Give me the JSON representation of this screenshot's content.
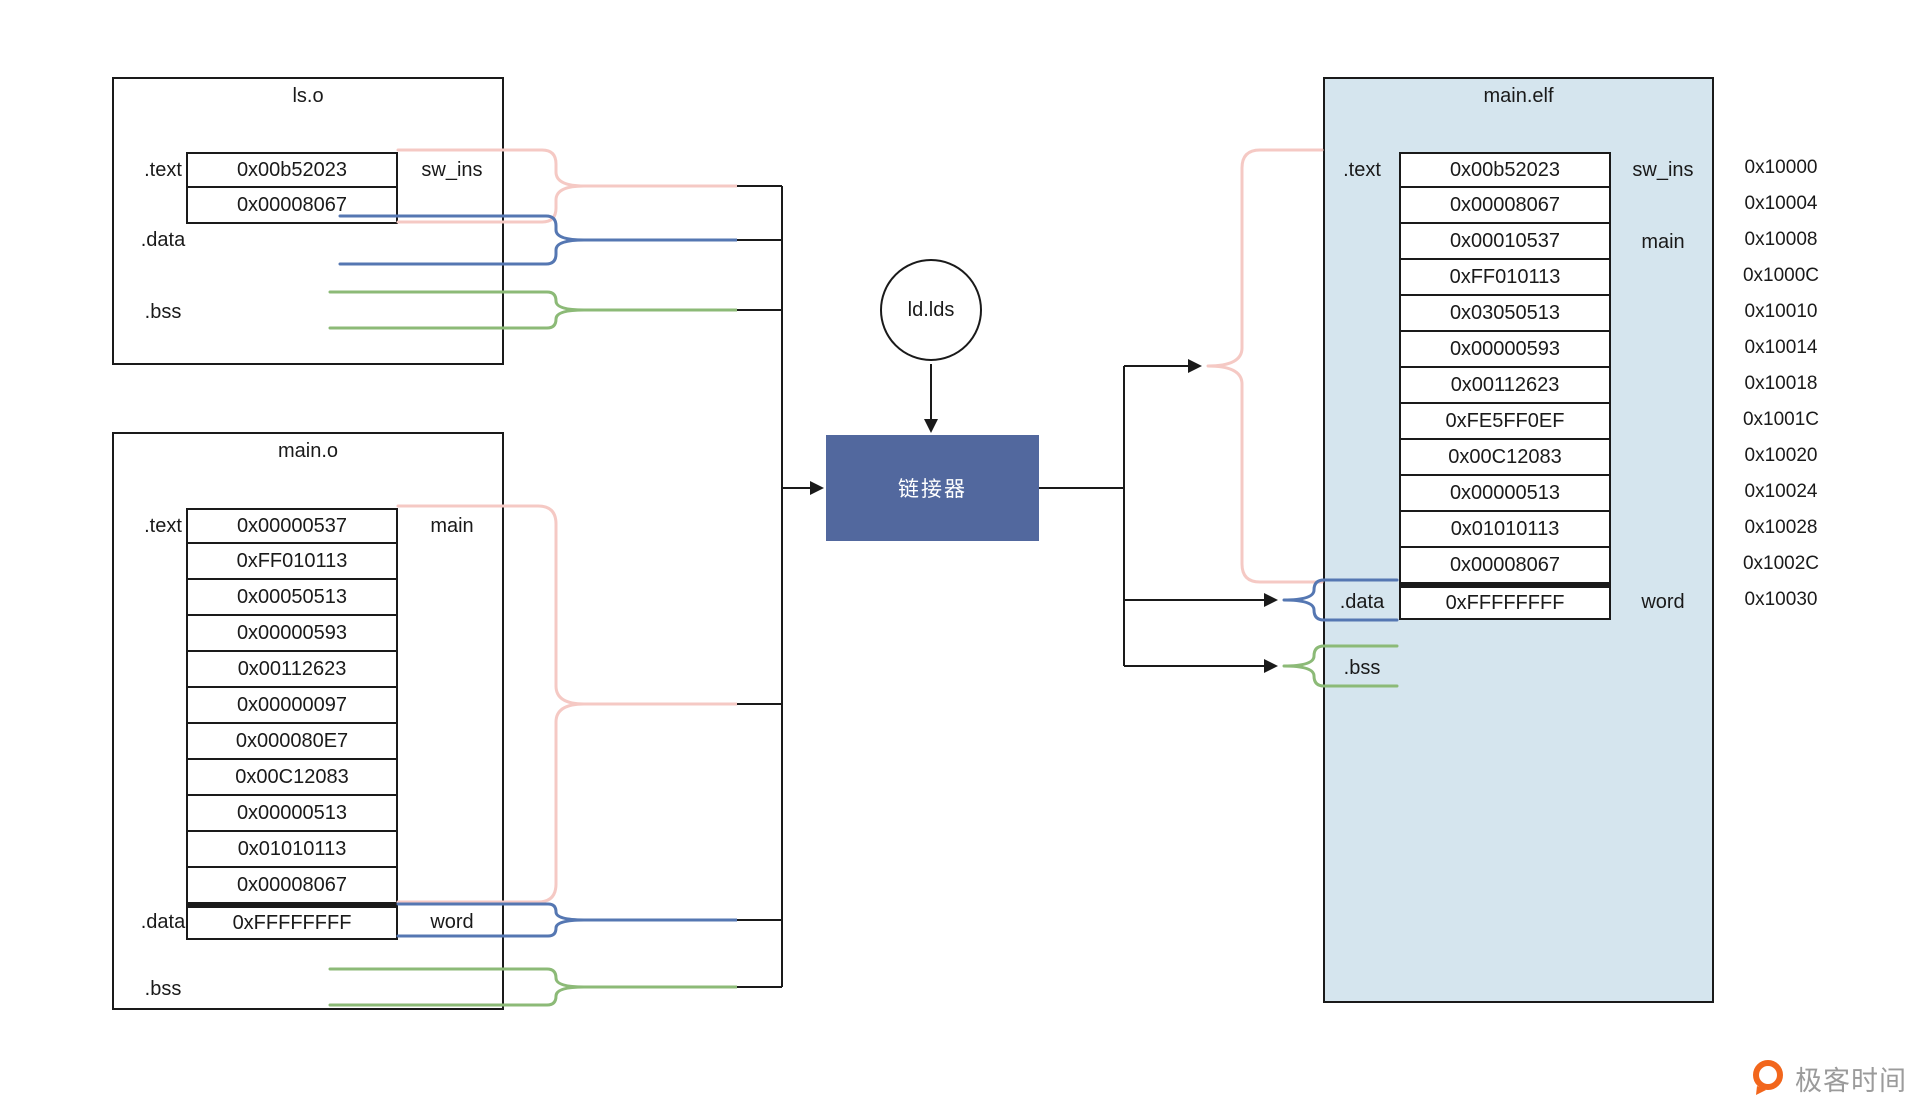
{
  "colors": {
    "text_brace": "#f5c9c4",
    "data_brace": "#5577b2",
    "bss_brace": "#8cba77",
    "line": "#1a1a1a",
    "linker_bg": "#52689e",
    "elf_bg": "#d5e5ee",
    "logo_orange": "#f2661c",
    "logo_text_color": "#9b9b9b"
  },
  "ls_o": {
    "title": "ls.o",
    "text_section": ".text",
    "data_section": ".data",
    "bss_section": ".bss",
    "text_rows": [
      "0x00b52023",
      "0x00008067"
    ],
    "text_symbol": "sw_ins"
  },
  "main_o": {
    "title": "main.o",
    "text_section": ".text",
    "data_section": ".data",
    "bss_section": ".bss",
    "text_rows": [
      "0x00000537",
      "0xFF010113",
      "0x00050513",
      "0x00000593",
      "0x00112623",
      "0x00000097",
      "0x000080E7",
      "0x00C12083",
      "0x00000513",
      "0x01010113",
      "0x00008067"
    ],
    "text_symbol": "main",
    "data_row": "0xFFFFFFFF",
    "data_symbol": "word"
  },
  "linker": {
    "label": "链接器",
    "script": "ld.lds"
  },
  "main_elf": {
    "title": "main.elf",
    "text_section": ".text",
    "data_section": ".data",
    "bss_section": ".bss",
    "text_rows": [
      "0x00b52023",
      "0x00008067",
      "0x00010537",
      "0xFF010113",
      "0x03050513",
      "0x00000593",
      "0x00112623",
      "0xFE5FF0EF",
      "0x00C12083",
      "0x00000513",
      "0x01010113",
      "0x00008067"
    ],
    "symbols": {
      "text_row_0": "sw_ins",
      "text_row_2": "main",
      "data_row": "word"
    },
    "data_row": "0xFFFFFFFF",
    "addresses": [
      "0x10000",
      "0x10004",
      "0x10008",
      "0x1000C",
      "0x10010",
      "0x10014",
      "0x10018",
      "0x1001C",
      "0x10020",
      "0x10024",
      "0x10028",
      "0x1002C",
      "0x10030"
    ]
  },
  "branding": {
    "logo_text": "极客时间"
  }
}
